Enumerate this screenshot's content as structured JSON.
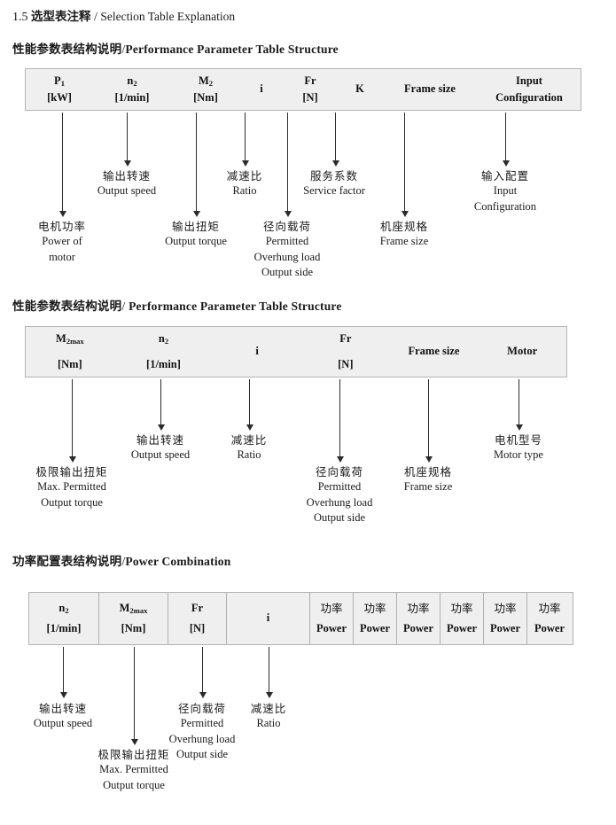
{
  "document": {
    "section_number": "1.5",
    "section_title_cn": "选型表注释",
    "section_sep": " / ",
    "section_title_en": "Selection Table Explanation"
  },
  "sections": [
    {
      "heading_cn": "性能参数表结构说明",
      "heading_sep": "/",
      "heading_en": "Performance Parameter Table Structure",
      "table": {
        "divided": false,
        "columns": [
          {
            "line1": "P",
            "sub1": "1",
            "line2": "[kW]"
          },
          {
            "line1": "n",
            "sub1": "2",
            "line2": "[1/min]"
          },
          {
            "line1": "M",
            "sub1": "2",
            "line2": "[Nm]"
          },
          {
            "line1": "i",
            "sub1": "",
            "line2": ""
          },
          {
            "line1": "Fr",
            "sub1": "",
            "line2": "[N]"
          },
          {
            "line1": "K",
            "sub1": "",
            "line2": ""
          },
          {
            "line1": "Frame size",
            "sub1": "",
            "line2": ""
          },
          {
            "line1": "Input",
            "sub1": "",
            "line2": "Configuration"
          }
        ]
      },
      "callouts": [
        {
          "cn": "电机功率",
          "en1": "Power of",
          "en2": "motor",
          "en3": ""
        },
        {
          "cn": "输出转速",
          "en1": "Output speed",
          "en2": "",
          "en3": ""
        },
        {
          "cn": "输出扭矩",
          "en1": "Output torque",
          "en2": "",
          "en3": ""
        },
        {
          "cn": "减速比",
          "en1": "Ratio",
          "en2": "",
          "en3": ""
        },
        {
          "cn": "径向载荷",
          "en1": "Permitted",
          "en2": "Overhung load",
          "en3": "Output side"
        },
        {
          "cn": "服务系数",
          "en1": "Service factor",
          "en2": "",
          "en3": ""
        },
        {
          "cn": "机座规格",
          "en1": "Frame size",
          "en2": "",
          "en3": ""
        },
        {
          "cn": "输入配置",
          "en1": "Input",
          "en2": "Configuration",
          "en3": ""
        }
      ]
    },
    {
      "heading_cn": "性能参数表结构说明",
      "heading_sep": "/ ",
      "heading_en": "Performance Parameter Table Structure",
      "table": {
        "divided": false,
        "columns": [
          {
            "line1": "M",
            "sub1": "2max",
            "line2": "[Nm]"
          },
          {
            "line1": "n",
            "sub1": "2",
            "line2": "[1/min]"
          },
          {
            "line1": "i",
            "sub1": "",
            "line2": ""
          },
          {
            "line1": "Fr",
            "sub1": "",
            "line2": "[N]"
          },
          {
            "line1": "Frame size",
            "sub1": "",
            "line2": ""
          },
          {
            "line1": "Motor",
            "sub1": "",
            "line2": ""
          }
        ]
      },
      "callouts": [
        {
          "cn": "极限输出扭矩",
          "en1": "Max. Permitted",
          "en2": "Output   torque",
          "en3": ""
        },
        {
          "cn": "输出转速",
          "en1": "Output speed",
          "en2": "",
          "en3": ""
        },
        {
          "cn": "减速比",
          "en1": "Ratio",
          "en2": "",
          "en3": ""
        },
        {
          "cn": "径向载荷",
          "en1": "Permitted",
          "en2": "Overhung load",
          "en3": "Output side"
        },
        {
          "cn": "机座规格",
          "en1": "Frame size",
          "en2": "",
          "en3": ""
        },
        {
          "cn": "电机型号",
          "en1": "Motor type",
          "en2": "",
          "en3": ""
        }
      ]
    },
    {
      "heading_cn": "功率配置表结构说明",
      "heading_sep": "/",
      "heading_en": "Power Combination",
      "table": {
        "divided": true,
        "columns": [
          {
            "line1": "n",
            "sub1": "2",
            "line2": "[1/min]"
          },
          {
            "line1": "M",
            "sub1": "2max",
            "line2": "[Nm]"
          },
          {
            "line1": "Fr",
            "sub1": "",
            "line2": "[N]"
          },
          {
            "line1": "i",
            "sub1": "",
            "line2": ""
          },
          {
            "line1": "功率",
            "sub1": "",
            "line2": "Power"
          },
          {
            "line1": "功率",
            "sub1": "",
            "line2": "Power"
          },
          {
            "line1": "功率",
            "sub1": "",
            "line2": "Power"
          },
          {
            "line1": "功率",
            "sub1": "",
            "line2": "Power"
          },
          {
            "line1": "功率",
            "sub1": "",
            "line2": "Power"
          },
          {
            "line1": "功率",
            "sub1": "",
            "line2": "Power"
          }
        ]
      },
      "callouts": [
        {
          "cn": "输出转速",
          "en1": "Output speed",
          "en2": "",
          "en3": ""
        },
        {
          "cn": "极限输出扭矩",
          "en1": "Max. Permitted",
          "en2": "Output   torque",
          "en3": ""
        },
        {
          "cn": "径向载荷",
          "en1": "Permitted",
          "en2": "Overhung load",
          "en3": "Output side"
        },
        {
          "cn": "减速比",
          "en1": "Ratio",
          "en2": "",
          "en3": ""
        }
      ]
    }
  ],
  "colors": {
    "table_fill": "#efefef",
    "table_border": "#b4b4b4",
    "arrow": "#2b2b2b",
    "text": "#1a1a1a"
  }
}
